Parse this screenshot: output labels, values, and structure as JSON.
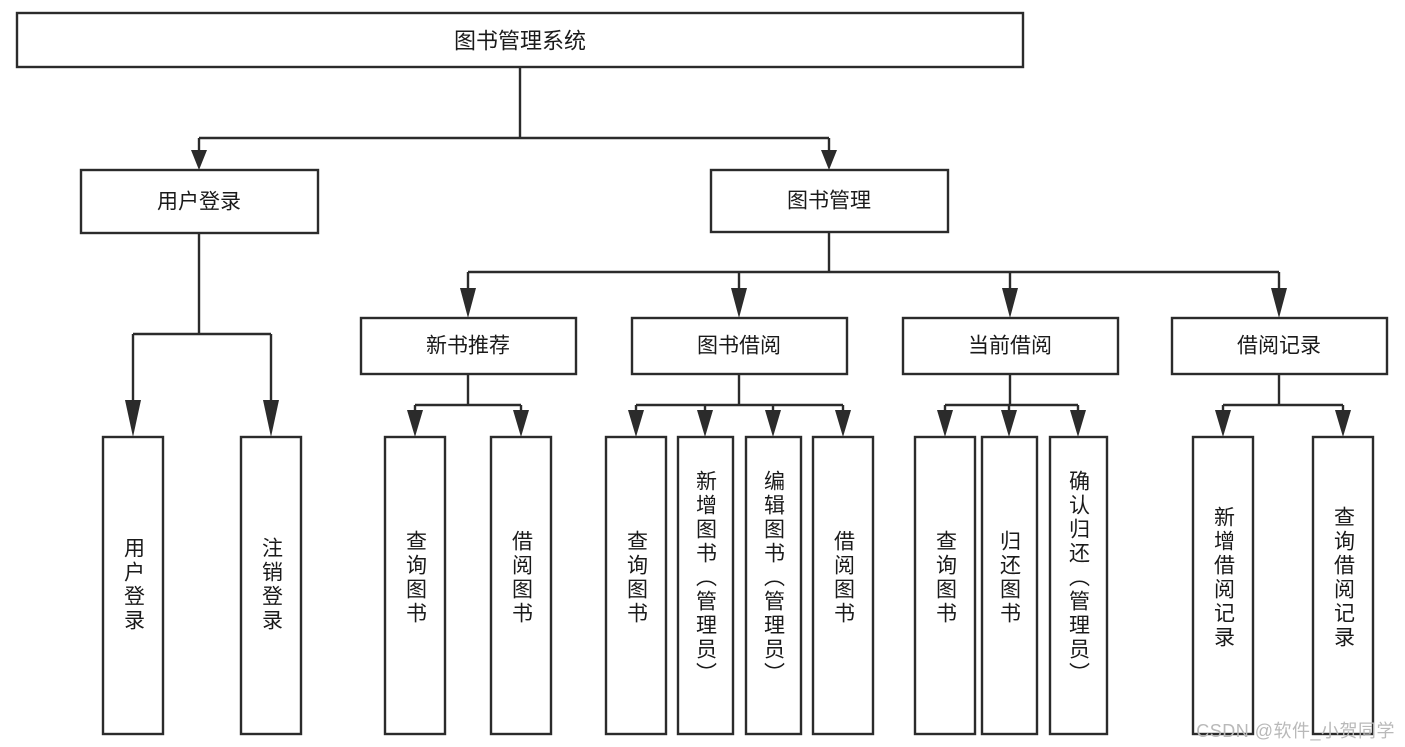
{
  "diagram": {
    "type": "tree-hierarchy-chart",
    "title": "图书管理系统",
    "root": {
      "id": "root",
      "label": "图书管理系统"
    },
    "level2": [
      {
        "id": "user-login",
        "label": "用户登录"
      },
      {
        "id": "book-management",
        "label": "图书管理"
      }
    ],
    "level3": [
      {
        "id": "new-book-recommend",
        "label": "新书推荐",
        "parent": "book-management"
      },
      {
        "id": "book-borrow",
        "label": "图书借阅",
        "parent": "book-management"
      },
      {
        "id": "current-borrow",
        "label": "当前借阅",
        "parent": "book-management"
      },
      {
        "id": "borrow-record",
        "label": "借阅记录",
        "parent": "book-management"
      }
    ],
    "leaves": {
      "user_login": [
        {
          "id": "leaf-user-login",
          "label": "用户登录"
        },
        {
          "id": "leaf-user-logout",
          "label": "注销登录"
        }
      ],
      "new_book_recommend": [
        {
          "id": "leaf-query-book-1",
          "label": "查询图书"
        },
        {
          "id": "leaf-borrow-book-1",
          "label": "借阅图书"
        }
      ],
      "book_borrow": [
        {
          "id": "leaf-query-book-2",
          "label": "查询图书"
        },
        {
          "id": "leaf-add-book",
          "label": "新增图书（管理员）"
        },
        {
          "id": "leaf-edit-book",
          "label": "编辑图书（管理员）"
        },
        {
          "id": "leaf-borrow-book-2",
          "label": "借阅图书"
        }
      ],
      "current_borrow": [
        {
          "id": "leaf-query-book-3",
          "label": "查询图书"
        },
        {
          "id": "leaf-return-book",
          "label": "归还图书"
        },
        {
          "id": "leaf-confirm-return",
          "label": "确认归还（管理员）"
        }
      ],
      "borrow_record": [
        {
          "id": "leaf-add-record",
          "label": "新增借阅记录"
        },
        {
          "id": "leaf-query-record",
          "label": "查询借阅记录"
        }
      ]
    },
    "colors": {
      "box_fill": "#ffffff",
      "box_stroke": "#2b2b2b",
      "text": "#1a1a1a",
      "background": "#ffffff",
      "watermark": "#b9b9b9"
    }
  },
  "watermark": {
    "text": "CSDN @软件_小贺同学"
  }
}
